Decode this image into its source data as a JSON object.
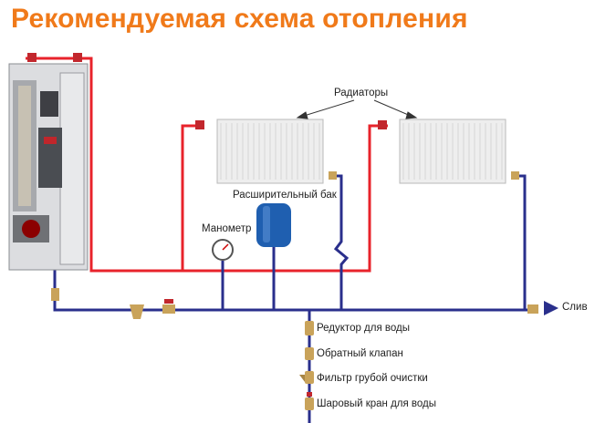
{
  "title": "Рекомендуемая схема отопления",
  "labels": {
    "radiators": "Радиаторы",
    "expansion_tank": "Расширительный бак",
    "manometer": "Манометр",
    "drain": "Слив"
  },
  "legend": [
    {
      "text": "Редуктор для воды",
      "icon": "pressure-reducer-icon"
    },
    {
      "text": "Обратный клапан",
      "icon": "check-valve-icon"
    },
    {
      "text": "Фильтр грубой очистки",
      "icon": "strainer-filter-icon"
    },
    {
      "text": "Шаровый кран для воды",
      "icon": "ball-valve-icon"
    }
  ],
  "colors": {
    "title": "#f07a1a",
    "supply_pipe": "#e8232b",
    "return_pipe": "#2a2f8c",
    "tank": "#1f5fb0",
    "radiator": "#eeeeee",
    "valve_red": "#c2272d",
    "valve_brass": "#c9a35a"
  }
}
